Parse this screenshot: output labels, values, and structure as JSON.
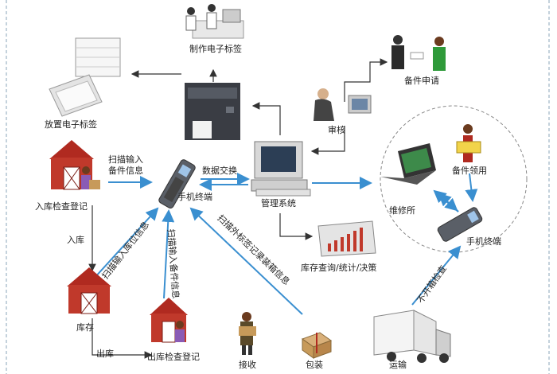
{
  "nodes": {
    "make_tag": "制作电子标签",
    "place_tag": "放置电子标签",
    "audit": "审核",
    "part_apply": "备件申请",
    "scan_input": "扫描输入",
    "part_info": "备件信息",
    "data_exchange": "数据交换",
    "inbound_check": "入库检查登记",
    "handheld": "手机终端",
    "mgmt_system": "管理系统",
    "part_claim": "备件领用",
    "repair_shop": "维修所",
    "handheld_2": "手机终端",
    "inbound": "入库",
    "inventory_query": "库存查询/统计/决策",
    "stock": "库存",
    "outbound": "出库",
    "outbound_check": "出库检查登记",
    "receive": "接收",
    "pack": "包装",
    "transport": "运输"
  },
  "arrows": {
    "scan_inbound": "扫描输入库位信息",
    "scan_part": "扫描输入备件信息",
    "scan_label": "扫描外标签记录装箱信息",
    "unpack_check": "不开箱检查"
  },
  "colors": {
    "blue_arrow": "#3a8fd0",
    "black_arrow": "#333333",
    "barn_red": "#c0392b",
    "dashed_border": "#8aa6b8"
  }
}
